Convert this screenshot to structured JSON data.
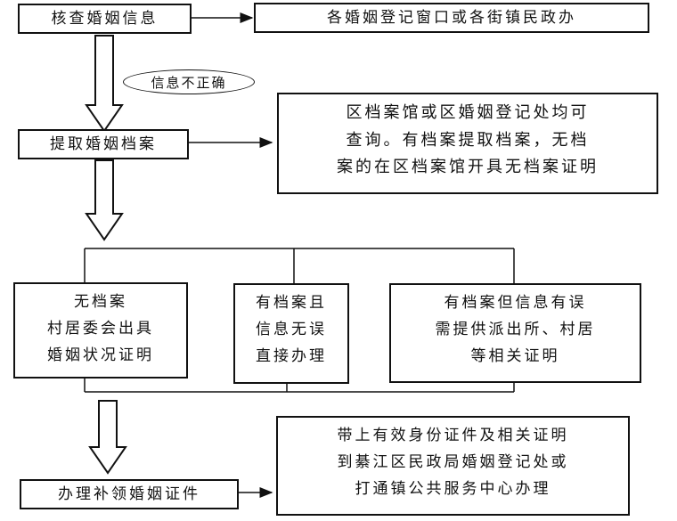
{
  "nodes": {
    "verify": "核查婚姻信息",
    "registry": "各婚姻登记窗口或各街镇民政办",
    "info_incorrect": "信息不正确",
    "retrieve": "提取婚姻档案",
    "archive_note": [
      "区档案馆或区婚姻登记处均可",
      "查询。有档案提取档案，无档",
      "案的在区档案馆开具无档案证明"
    ],
    "no_archive": [
      "无档案",
      "村居委会出具",
      "婚姻状况证明"
    ],
    "archive_ok": [
      "有档案且",
      "信息无误",
      "直接办理"
    ],
    "archive_error": [
      "有档案但信息有误",
      "需提供派出所、村居",
      "等相关证明"
    ],
    "reissue": "办理补领婚姻证件",
    "reissue_note": [
      "带上有效身份证件及相关证明",
      "到綦江区民政局婚姻登记处或",
      "打通镇公共服务中心办理"
    ]
  }
}
